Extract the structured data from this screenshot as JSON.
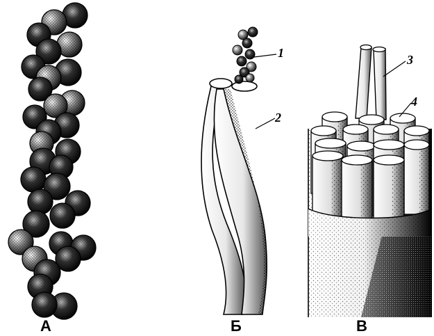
{
  "panels": {
    "a": {
      "label": "А"
    },
    "b": {
      "label": "Б",
      "callouts": [
        "1",
        "2"
      ]
    },
    "c": {
      "label": "В",
      "callouts": [
        "3",
        "4"
      ]
    }
  },
  "colors": {
    "ink": "#000000",
    "paper": "#ffffff"
  }
}
